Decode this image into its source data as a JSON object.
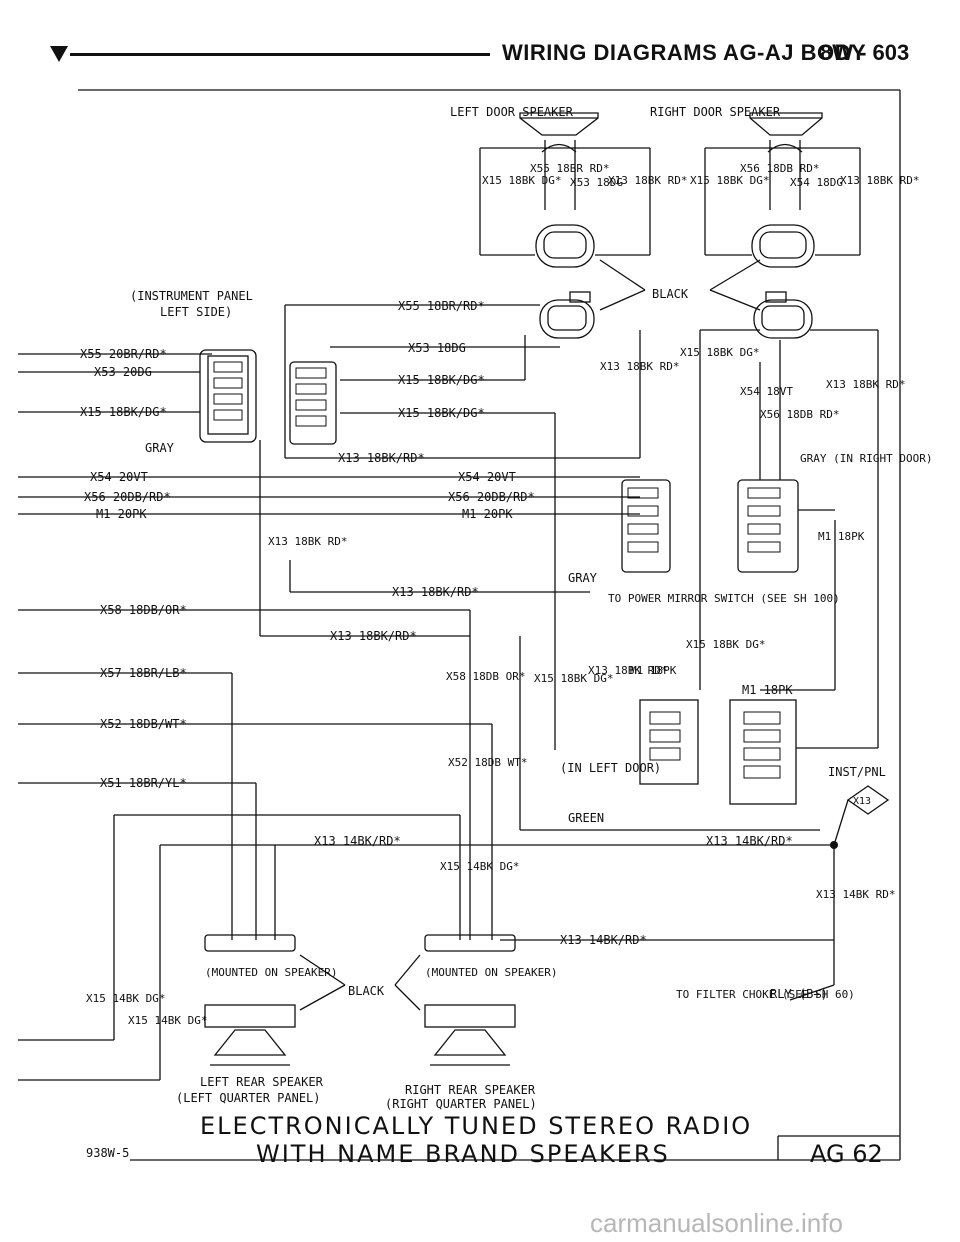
{
  "header": {
    "title": "WIRING DIAGRAMS AG-AJ BODY",
    "page": "8W - 603"
  },
  "diagram": {
    "speakers": {
      "left_door": "LEFT DOOR SPEAKER",
      "right_door": "RIGHT DOOR SPEAKER",
      "left_rear": "LEFT REAR SPEAKER",
      "left_rear_note": "(LEFT QUARTER PANEL)",
      "right_rear": "RIGHT REAR SPEAKER",
      "right_rear_note": "(RIGHT QUARTER PANEL)"
    },
    "notes": {
      "instrument_panel": "(INSTRUMENT PANEL",
      "left_side": "LEFT SIDE)",
      "black": "BLACK",
      "gray": "GRAY",
      "gray_right_door": "GRAY (IN RIGHT DOOR)",
      "to_power_mirror": "TO POWER MIRROR SWITCH (SEE SH 100)",
      "in_left_door": "(IN LEFT DOOR)",
      "green": "GREEN",
      "inst_pnl": "INST/PNL",
      "x13_splice": "X13",
      "mounted_on_speaker": "(MOUNTED ON SPEAKER)",
      "rly": "RLY (B+)",
      "to_filter": "TO FILTER CHOKE (SEE SH 60)"
    },
    "left_wires": [
      "X55 20BR/RD*",
      "X53 20DG",
      "X15 18BK/DG*",
      "X54 20VT",
      "X56 20DB/RD*",
      "M1 20PK",
      "X58 18DB/OR*",
      "X57 18BR/LB*",
      "X52 18DB/WT*",
      "X51 18BR/YL*"
    ],
    "mid_wires": [
      "X55 18BR/RD*",
      "X53 18DG",
      "X15 18BK/DG*",
      "X15 18BK/DG*",
      "X13 18BK/RD*",
      "X54 20VT",
      "X56 20DB/RD*",
      "M1 20PK",
      "X13 18BK/RD*",
      "X13 18BK/RD*",
      "X13 14BK/RD*",
      "X13 14BK/RD*",
      "X13 14BK/RD*",
      "M1 18PK"
    ],
    "left_speaker_pins": [
      "X15 18BK DG*",
      "X55 18BR RD*",
      "X53 18DG",
      "X13 18BK RD*"
    ],
    "right_speaker_pins": [
      "X15 18BK DG*",
      "X56 18DB RD*",
      "X54 18DG",
      "X13 18BK RD*"
    ],
    "vertical_labels": [
      "X13 18BK RD*",
      "X15 18BK DG*",
      "X54 18VT",
      "X56 18DB RD*",
      "X13 18BK RD*",
      "X13 18BK RD*",
      "M1 18PK",
      "X58 18DB OR*",
      "X15 18BK DG*",
      "X13 18BK RD*",
      "M1 18PK",
      "X15 18BK DG*",
      "X52 18DB WT*",
      "X15 14BK DG*",
      "X13 14BK RD*",
      "X15 14BK DG*",
      "X15 14BK DG*"
    ]
  },
  "footer": {
    "title": "ELECTRONICALLY TUNED STEREO RADIO",
    "subtitle": "WITH NAME BRAND SPEAKERS",
    "code": "938W-5",
    "ref": "AG 62"
  },
  "watermark": "carmanualsonline.info"
}
